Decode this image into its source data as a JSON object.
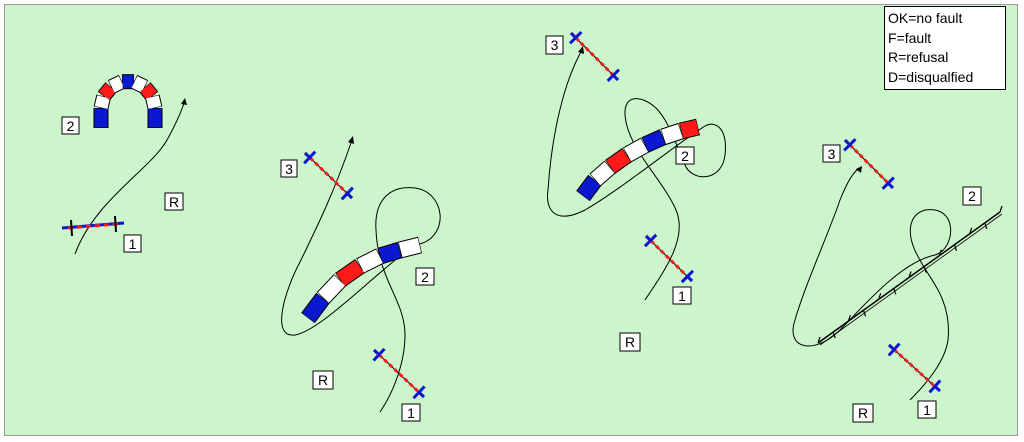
{
  "legend": {
    "entries": [
      "OK=no fault",
      "F=fault",
      "R=refusal",
      "D=disqualfied"
    ]
  },
  "diagrams": [
    {
      "labels": [
        "2",
        "1",
        "R"
      ]
    },
    {
      "labels": [
        "3",
        "2",
        "R",
        "1"
      ]
    },
    {
      "labels": [
        "3",
        "2",
        "1",
        "R"
      ]
    },
    {
      "labels": [
        "3",
        "2",
        "R",
        "1"
      ]
    }
  ],
  "colors": {
    "background": "#ccf5cc",
    "red": "#ff1a1a",
    "blue": "#0a18d0",
    "white": "#ffffff",
    "path": "#000000"
  }
}
